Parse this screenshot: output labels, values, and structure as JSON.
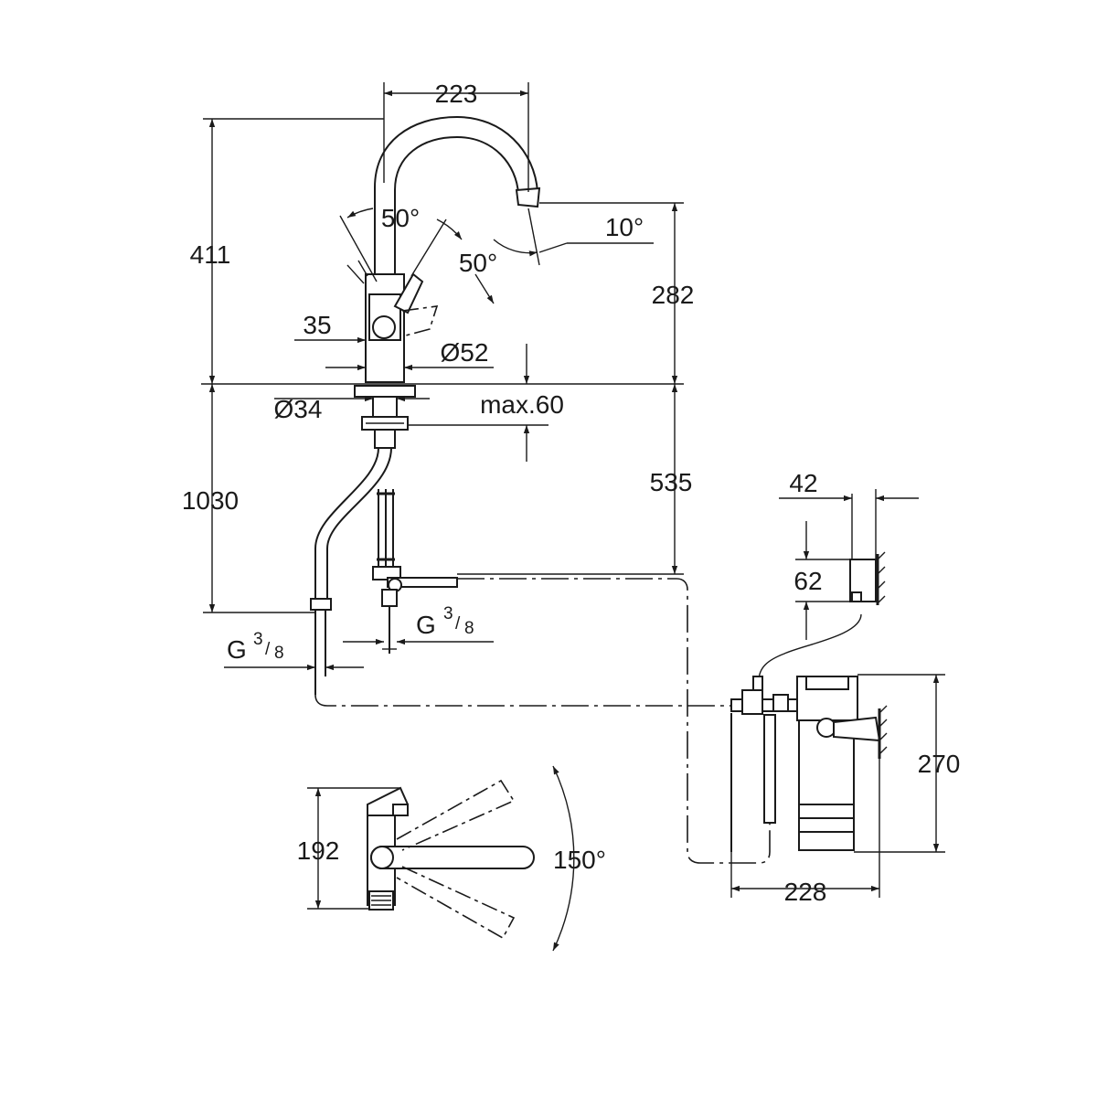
{
  "dimensions": {
    "spout_reach": "223",
    "lever_angle_left": "50°",
    "lever_angle_right": "50°",
    "spout_tilt": "10°",
    "total_height": "411",
    "spout_height": "282",
    "lever_width": "35",
    "body_diameter": "Ø52",
    "shank_diameter": "Ø34",
    "max_thickness": "max.60",
    "hose_length_total": "1030",
    "hose_length": "535",
    "thread_left_main": "G",
    "thread_left_num": "3",
    "thread_left_den": "8",
    "thread_right_main": "G",
    "thread_right_num": "3",
    "thread_right_den": "8",
    "bracket_width": "42",
    "bracket_height": "62",
    "filter_height": "270",
    "filter_width": "228",
    "top_view_height": "192",
    "swivel_angle": "150°"
  }
}
